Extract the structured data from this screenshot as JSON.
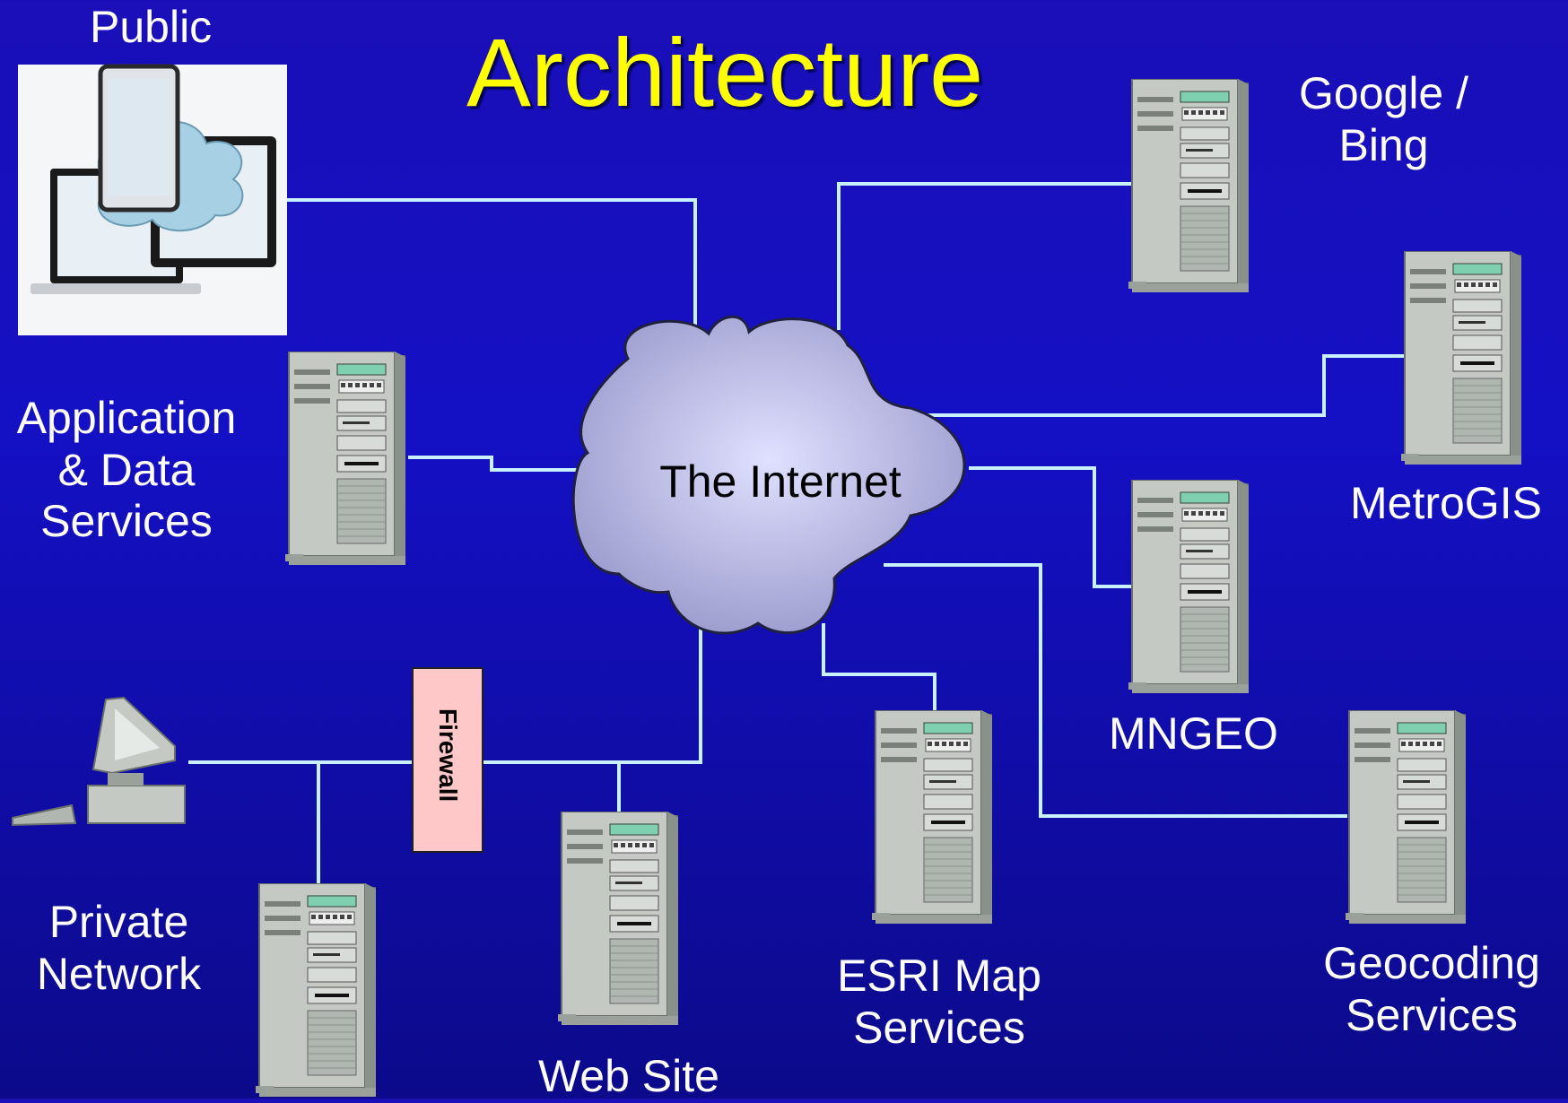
{
  "title": "Architecture",
  "center": {
    "label": "The Internet"
  },
  "nodes": {
    "public": {
      "label": "Public"
    },
    "google_bing": {
      "line1": "Google /",
      "line2": "Bing"
    },
    "metrogis": {
      "label": "MetroGIS"
    },
    "app_data": {
      "line1": "Application",
      "line2": "& Data",
      "line3": "Services"
    },
    "mngeo": {
      "label": "MNGEO"
    },
    "esri": {
      "line1": "ESRI Map",
      "line2": "Services"
    },
    "geocoding": {
      "line1": "Geocoding",
      "line2": "Services"
    },
    "website": {
      "label": "Web Site"
    },
    "private": {
      "line1": "Private",
      "line2": "Network"
    },
    "firewall": {
      "label": "Firewall"
    }
  },
  "colors": {
    "background_top": "#1a0fb8",
    "title": "#ffff00",
    "connector": "#c8f0ff",
    "cloud": "#b8b8e8",
    "firewall": "#ffc8c8",
    "server": "#c8ccc8"
  }
}
